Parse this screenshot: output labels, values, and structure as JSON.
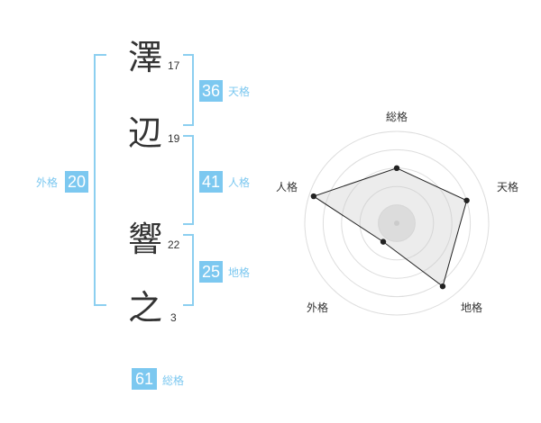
{
  "name": {
    "chars": [
      {
        "char": "澤",
        "strokes": "17"
      },
      {
        "char": "辺",
        "strokes": "19"
      },
      {
        "char": "響",
        "strokes": "22"
      },
      {
        "char": "之",
        "strokes": "3"
      }
    ]
  },
  "kakusu": {
    "tenkaku": {
      "value": "36",
      "label": "天格"
    },
    "jinkaku": {
      "value": "41",
      "label": "人格"
    },
    "chikaku": {
      "value": "25",
      "label": "地格"
    },
    "gaikaku": {
      "value": "20",
      "label": "外格"
    },
    "soukaku": {
      "value": "61",
      "label": "総格"
    }
  },
  "colors": {
    "accent": "#7cc8f0",
    "bracket": "#8ccff0",
    "text": "#333333"
  },
  "chart_data": {
    "type": "radar",
    "axes": [
      "総格",
      "天格",
      "地格",
      "外格",
      "人格"
    ],
    "values": [
      0.6,
      0.8,
      0.85,
      0.25,
      0.95
    ],
    "range": [
      0,
      1
    ],
    "rings": 5
  }
}
